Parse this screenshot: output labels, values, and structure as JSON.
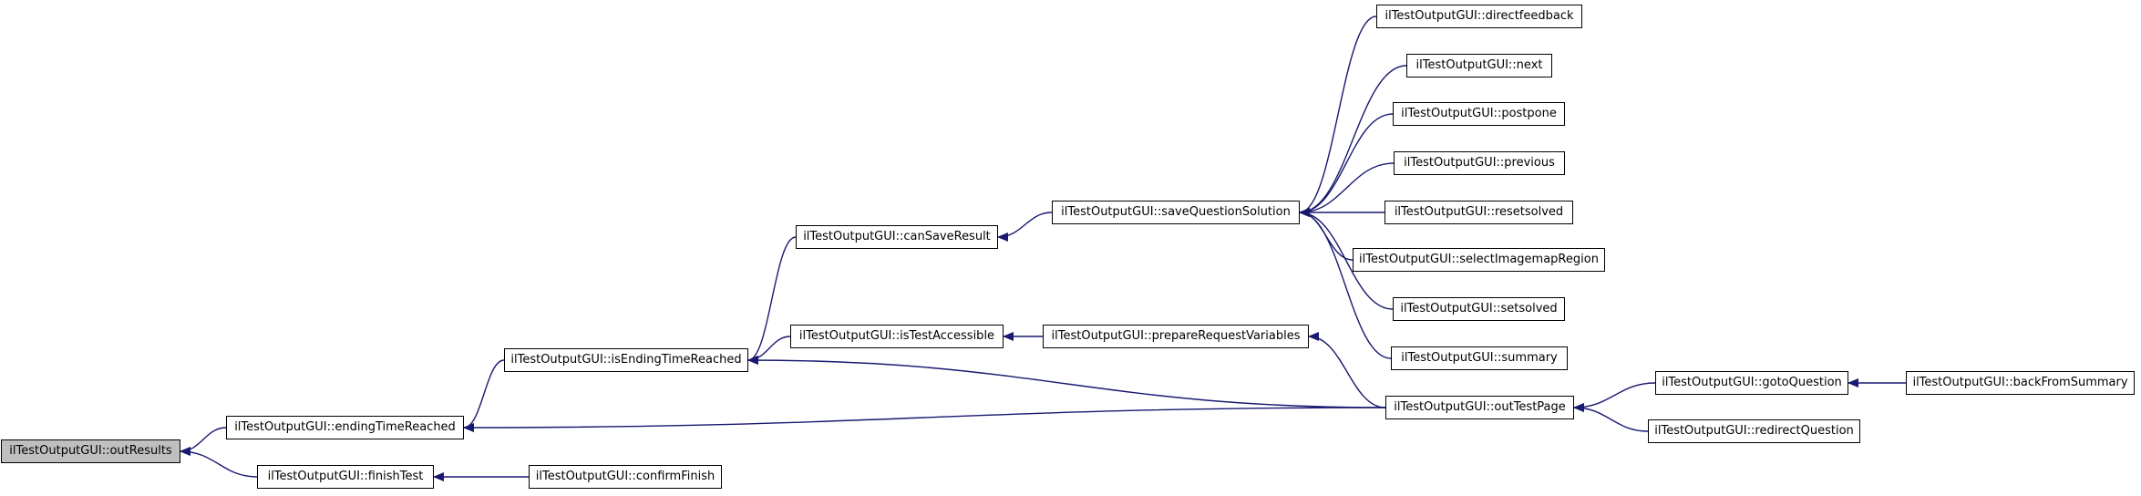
{
  "graph": {
    "edge_color": "#191970",
    "root_fill": "#bfbfbf",
    "nodes": {
      "outResults": "ilTestOutputGUI::outResults",
      "endingTimeReached": "ilTestOutputGUI::endingTimeReached",
      "finishTest": "ilTestOutputGUI::finishTest",
      "confirmFinish": "ilTestOutputGUI::confirmFinish",
      "isEndingTimeReached": "ilTestOutputGUI::isEndingTimeReached",
      "canSaveResult": "ilTestOutputGUI::canSaveResult",
      "isTestAccessible": "ilTestOutputGUI::isTestAccessible",
      "saveQuestionSolution": "ilTestOutputGUI::saveQuestionSolution",
      "prepareRequestVariables": "ilTestOutputGUI::prepareRequestVariables",
      "directfeedback": "ilTestOutputGUI::directfeedback",
      "next": "ilTestOutputGUI::next",
      "postpone": "ilTestOutputGUI::postpone",
      "previous": "ilTestOutputGUI::previous",
      "resetsolved": "ilTestOutputGUI::resetsolved",
      "selectImagemapRegion": "ilTestOutputGUI::selectImagemapRegion",
      "setsolved": "ilTestOutputGUI::setsolved",
      "summary": "ilTestOutputGUI::summary",
      "outTestPage": "ilTestOutputGUI::outTestPage",
      "gotoQuestion": "ilTestOutputGUI::gotoQuestion",
      "redirectQuestion": "ilTestOutputGUI::redirectQuestion",
      "backFromSummary": "ilTestOutputGUI::backFromSummary"
    },
    "edges": [
      {
        "from": "endingTimeReached",
        "to": "outResults"
      },
      {
        "from": "finishTest",
        "to": "outResults"
      },
      {
        "from": "confirmFinish",
        "to": "finishTest"
      },
      {
        "from": "isEndingTimeReached",
        "to": "endingTimeReached"
      },
      {
        "from": "outTestPage",
        "to": "endingTimeReached"
      },
      {
        "from": "canSaveResult",
        "to": "isEndingTimeReached"
      },
      {
        "from": "isTestAccessible",
        "to": "isEndingTimeReached"
      },
      {
        "from": "outTestPage",
        "to": "isEndingTimeReached"
      },
      {
        "from": "saveQuestionSolution",
        "to": "canSaveResult"
      },
      {
        "from": "prepareRequestVariables",
        "to": "isTestAccessible"
      },
      {
        "from": "outTestPage",
        "to": "prepareRequestVariables"
      },
      {
        "from": "directfeedback",
        "to": "saveQuestionSolution"
      },
      {
        "from": "next",
        "to": "saveQuestionSolution"
      },
      {
        "from": "postpone",
        "to": "saveQuestionSolution"
      },
      {
        "from": "previous",
        "to": "saveQuestionSolution"
      },
      {
        "from": "resetsolved",
        "to": "saveQuestionSolution"
      },
      {
        "from": "selectImagemapRegion",
        "to": "saveQuestionSolution"
      },
      {
        "from": "setsolved",
        "to": "saveQuestionSolution"
      },
      {
        "from": "summary",
        "to": "saveQuestionSolution"
      },
      {
        "from": "gotoQuestion",
        "to": "outTestPage"
      },
      {
        "from": "redirectQuestion",
        "to": "outTestPage"
      },
      {
        "from": "backFromSummary",
        "to": "gotoQuestion"
      }
    ]
  }
}
